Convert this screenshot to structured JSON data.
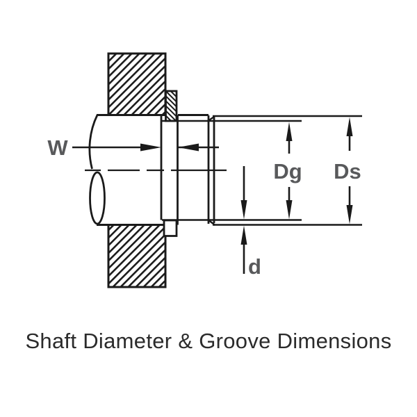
{
  "title": "Shaft Diameter & Groove Dimensions",
  "labels": {
    "groove_width": "W",
    "groove_diameter": "Dg",
    "shaft_diameter": "Ds",
    "groove_depth": "d"
  },
  "colors": {
    "line": "#1a1a1a",
    "dimension_label": "#58595b",
    "title_text": "#2b2b2b",
    "background": "#ffffff"
  }
}
